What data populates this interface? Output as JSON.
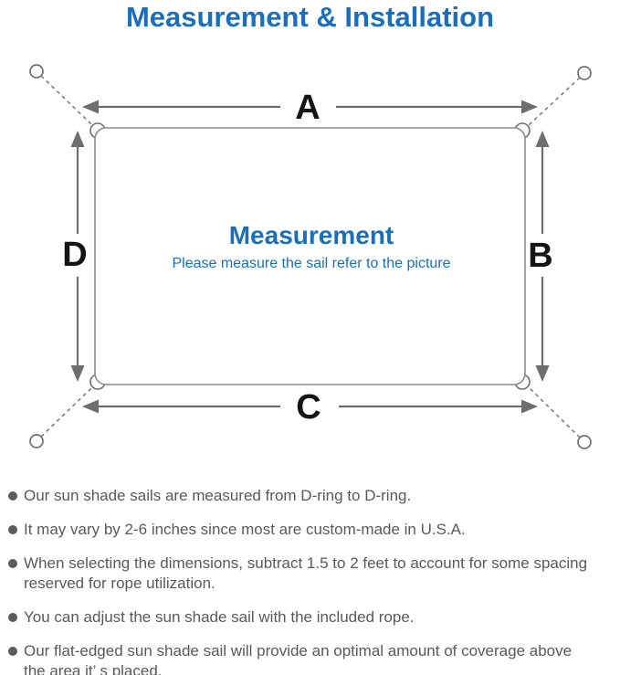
{
  "title": "Measurement & Installation",
  "colors": {
    "accent_blue": "#1a6fbc",
    "note_text_gray": "#595959",
    "sail_outline_gray": "#8c8c8c",
    "arrow_gray": "#6e6e6e",
    "label_black": "#141414"
  },
  "diagram": {
    "heading": "Measurement",
    "subheading": "Please measure the sail refer to the picture",
    "labels": {
      "a": "A",
      "b": "B",
      "c": "C",
      "d": "D"
    }
  },
  "notes": [
    [
      "Our sun shade sails are measured from D-ring to D-ring."
    ],
    [
      "It may vary by 2-6 inches since most are custom-made in U.S.A."
    ],
    [
      "When selecting the dimensions, subtract 1.5 to 2 feet to account for some spacing",
      "reserved for rope utilization."
    ],
    [
      "You can adjust the sun shade sail with the included rope."
    ],
    [
      "Our flat-edged sun shade sail will provide an optimal amount of coverage above",
      "the area it’ s placed."
    ]
  ]
}
